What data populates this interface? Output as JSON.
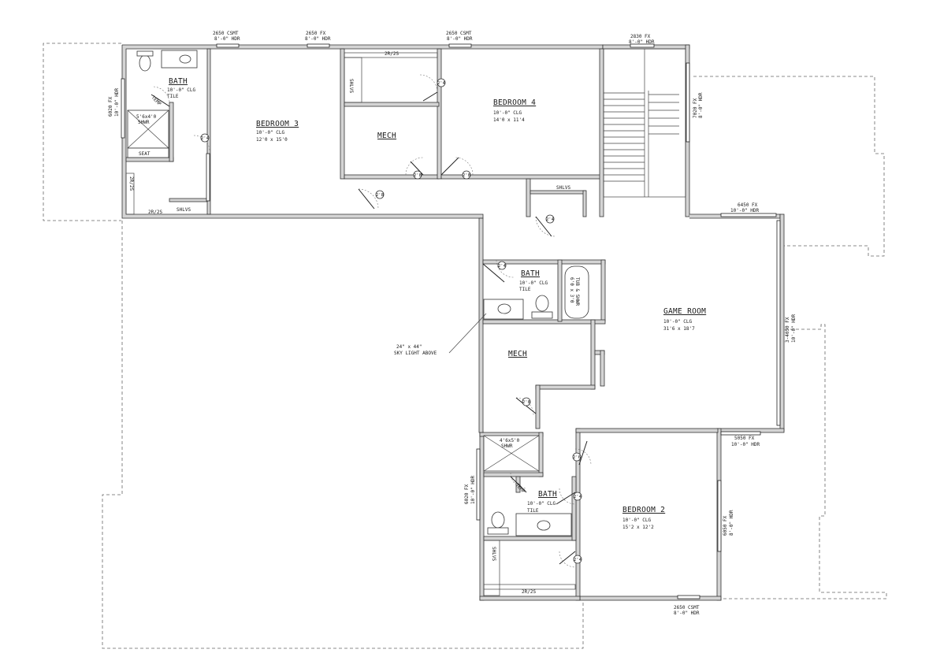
{
  "rooms": {
    "bath_nw": {
      "name": "BATH",
      "ceiling": "10'-0\" CLG",
      "finish": "TILE"
    },
    "bedroom3": {
      "name": "BEDROOM 3",
      "ceiling": "10'-0\" CLG",
      "size": "12'0 x 15'0"
    },
    "mech_top": {
      "name": "MECH"
    },
    "bedroom4": {
      "name": "BEDROOM 4",
      "ceiling": "10'-0\" CLG",
      "size": "14'0 x 11'4"
    },
    "bath_mid": {
      "name": "BATH",
      "ceiling": "10'-0\" CLG",
      "finish": "TILE"
    },
    "game_room": {
      "name": "GAME ROOM",
      "ceiling": "10'-0\" CLG",
      "size": "31'6 x 18'7"
    },
    "mech_mid": {
      "name": "MECH"
    },
    "bath_sw": {
      "name": "BATH",
      "ceiling": "10'-0\" CLG",
      "finish": "TILE"
    },
    "bedroom2": {
      "name": "BEDROOM 2",
      "ceiling": "10'-0\" CLG",
      "size": "15'2 x 12'2"
    }
  },
  "labels": {
    "shelves": "SHLVS",
    "rod_shelf": "2R/2S",
    "seat": "SEAT",
    "temp": "TEMP",
    "shower_nw": [
      "5'6x4'0",
      "SHWR"
    ],
    "shower_sw": [
      "4'6x5'0",
      "SHWR"
    ],
    "tub": [
      "6'0 x 3'0",
      "TUB & SHWR"
    ],
    "skylight": [
      "24\" x 44\"",
      "SKY LIGHT ABOVE"
    ]
  },
  "windows": {
    "top1": [
      "2650 CSMT",
      "8'-0\" HDR"
    ],
    "top2": [
      "2650 FX",
      "8'-0\" HDR"
    ],
    "top3": [
      "2650 CSMT",
      "8'-0\" HDR"
    ],
    "top4": [
      "2830 FX",
      "8'-0\" HDR"
    ],
    "left_nw": [
      "6020 FX",
      "10'-0\" HDR"
    ],
    "stair_right": [
      "7020 FX",
      "8'-0\" HDR"
    ],
    "game_top": [
      "6450 FX",
      "10'-0\" HDR"
    ],
    "game_right": [
      "3-4050 FX",
      "10'-0\" HDR"
    ],
    "bed2_top": [
      "5050 FX",
      "10'-0\" HDR"
    ],
    "bed2_right": [
      "6050 FX",
      "8'-0\" HDR"
    ],
    "bath_sw_left": [
      "6020 FX",
      "10'-0\" HDR"
    ],
    "bottom": [
      "2650 CSMT",
      "8'-0\" HDR"
    ]
  },
  "doors": {
    "bath_nw": "2'4",
    "closet_top": "2'4",
    "mech_top": "2'8",
    "bedroom4": "2'8",
    "bedroom3_closet": "2'8",
    "bed4_closet": "2'4",
    "bath_mid": "2'4",
    "mech_mid": "2'8",
    "bath_sw": "2'6",
    "bath_sw_inner": "2'4",
    "bed2_closet": "2'4"
  }
}
